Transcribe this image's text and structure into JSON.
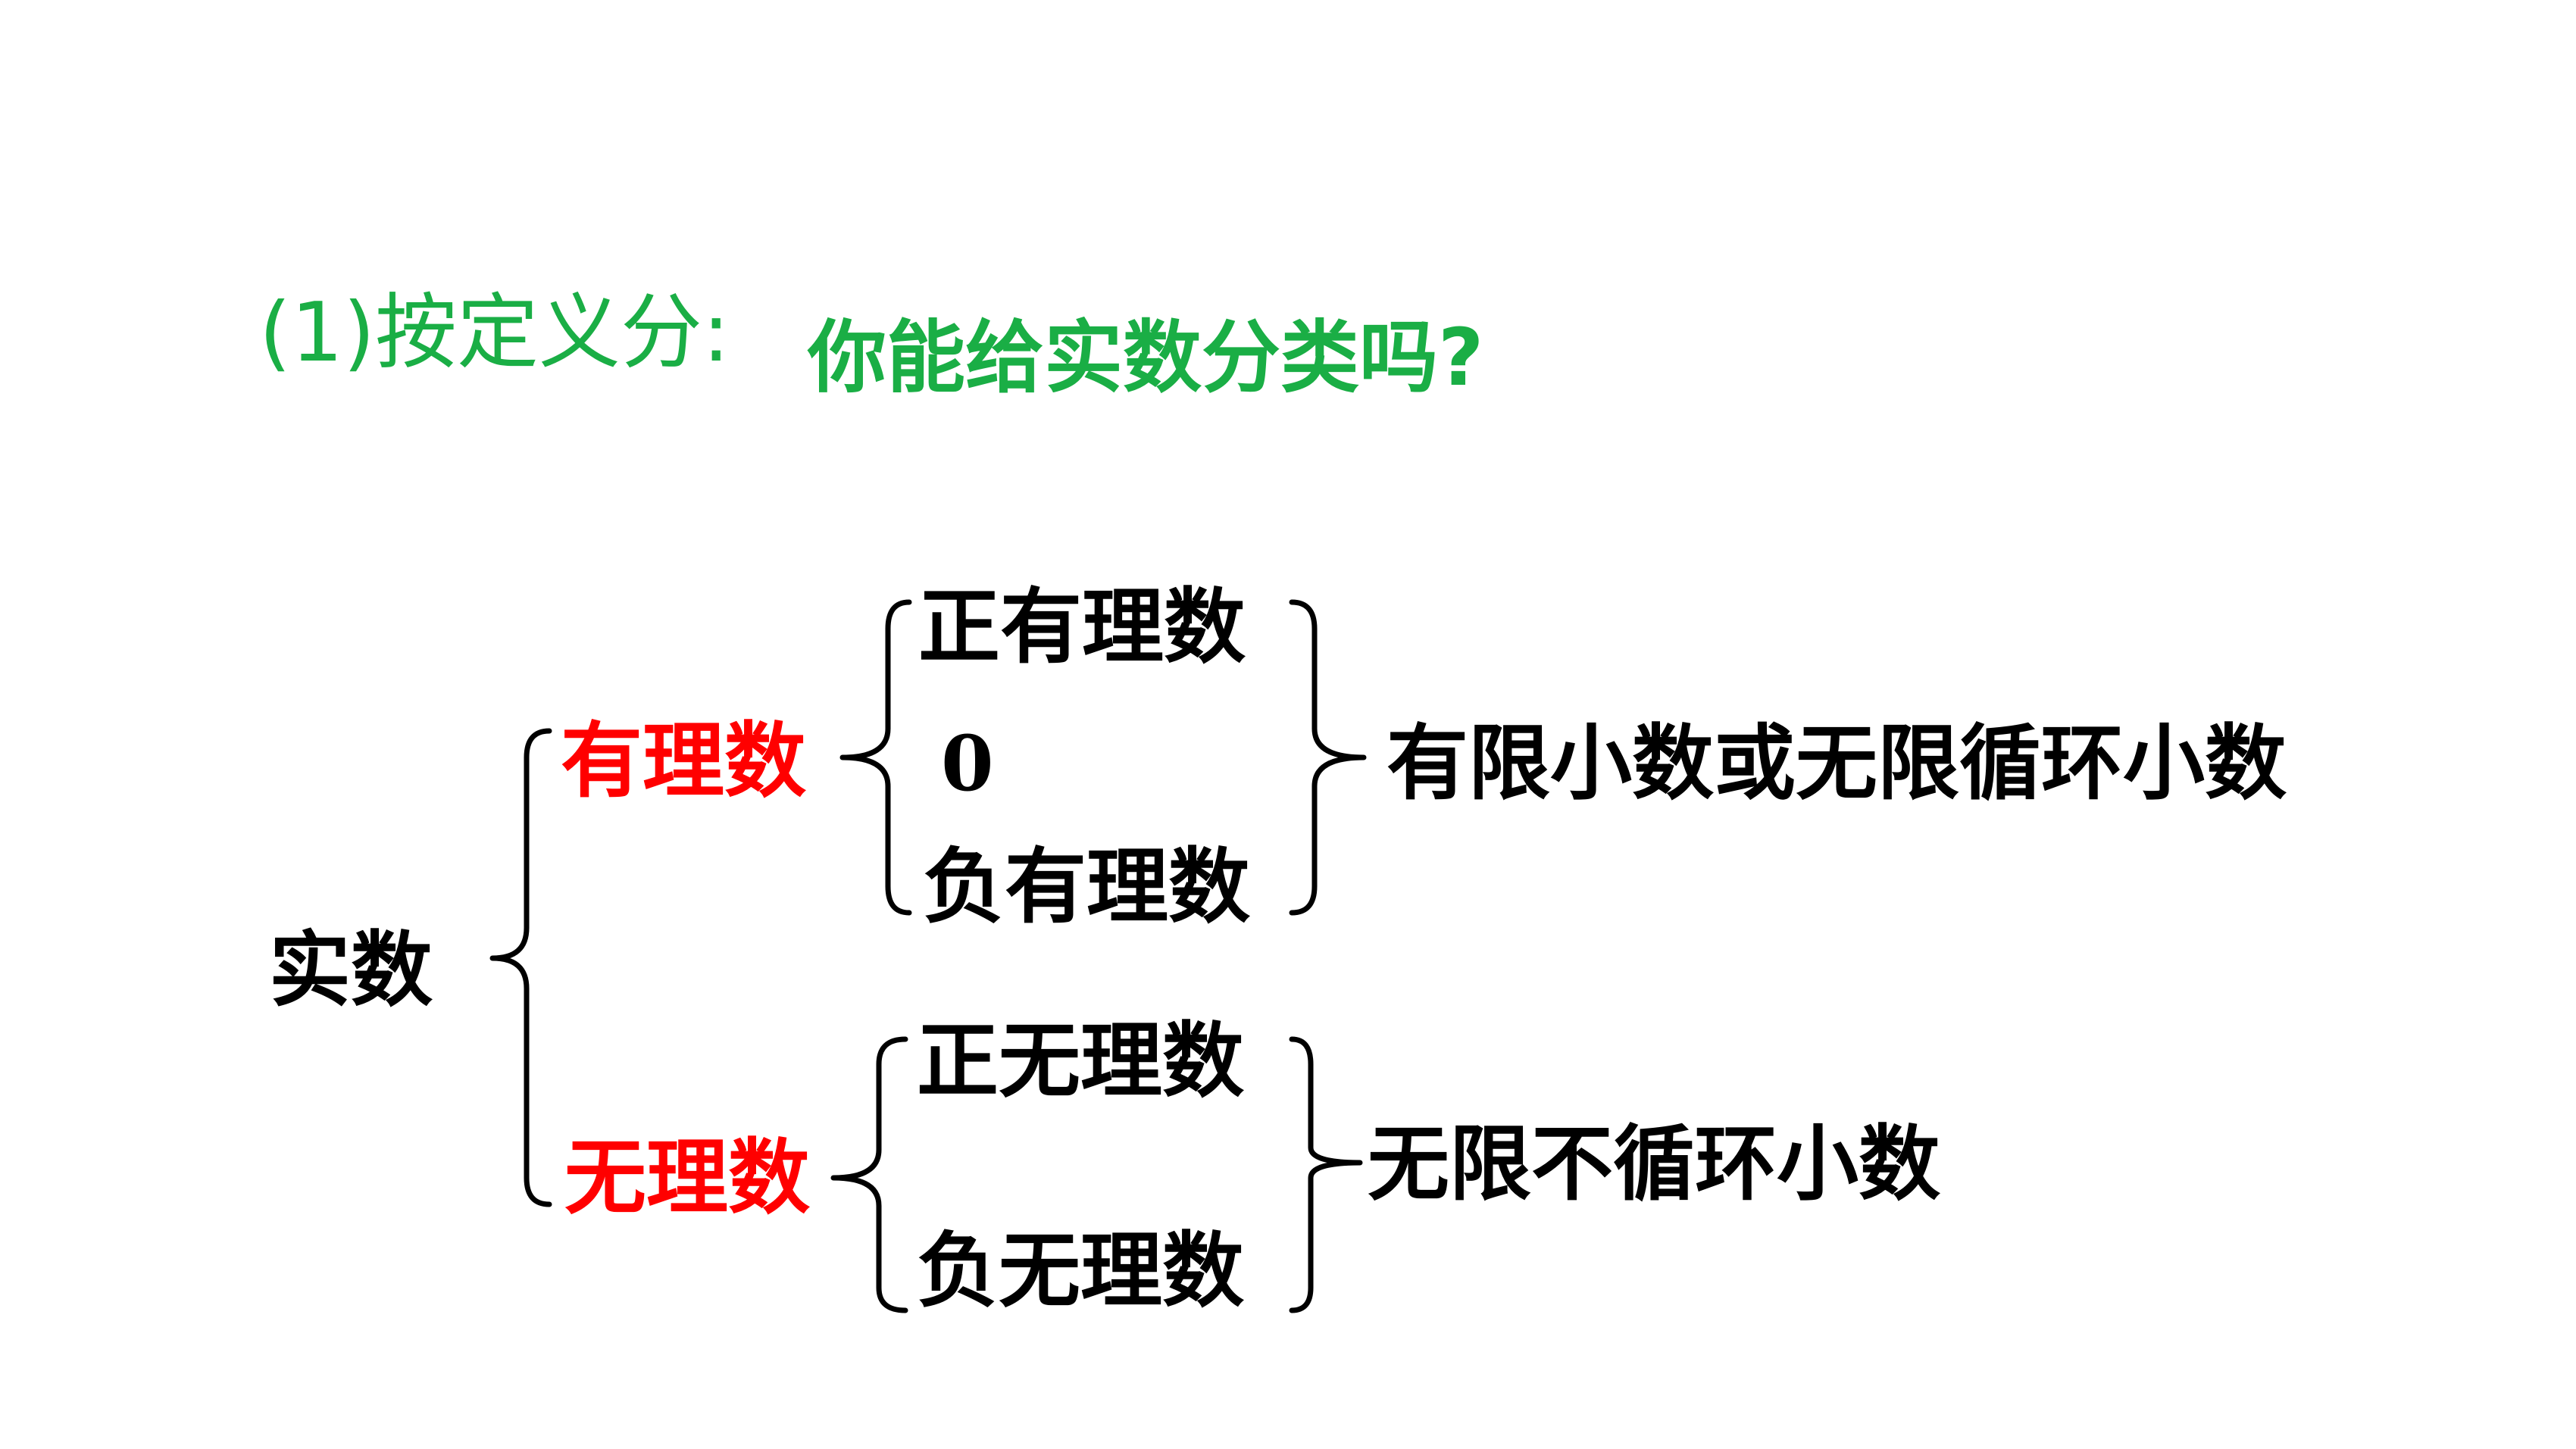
{
  "heading": {
    "prefix": "(1)按定义分:",
    "question": "你能给实数分类吗?"
  },
  "tree": {
    "root": "实数",
    "rational": {
      "label": "有理数",
      "children": [
        "正有理数",
        "0",
        "负有理数"
      ],
      "description": "有限小数或无限循环小数"
    },
    "irrational": {
      "label": "无理数",
      "children": [
        "正无理数",
        "负无理数"
      ],
      "description": "无限不循环小数"
    }
  },
  "colors": {
    "heading": "#1aae45",
    "category": "#ff0000",
    "text": "#000000"
  }
}
